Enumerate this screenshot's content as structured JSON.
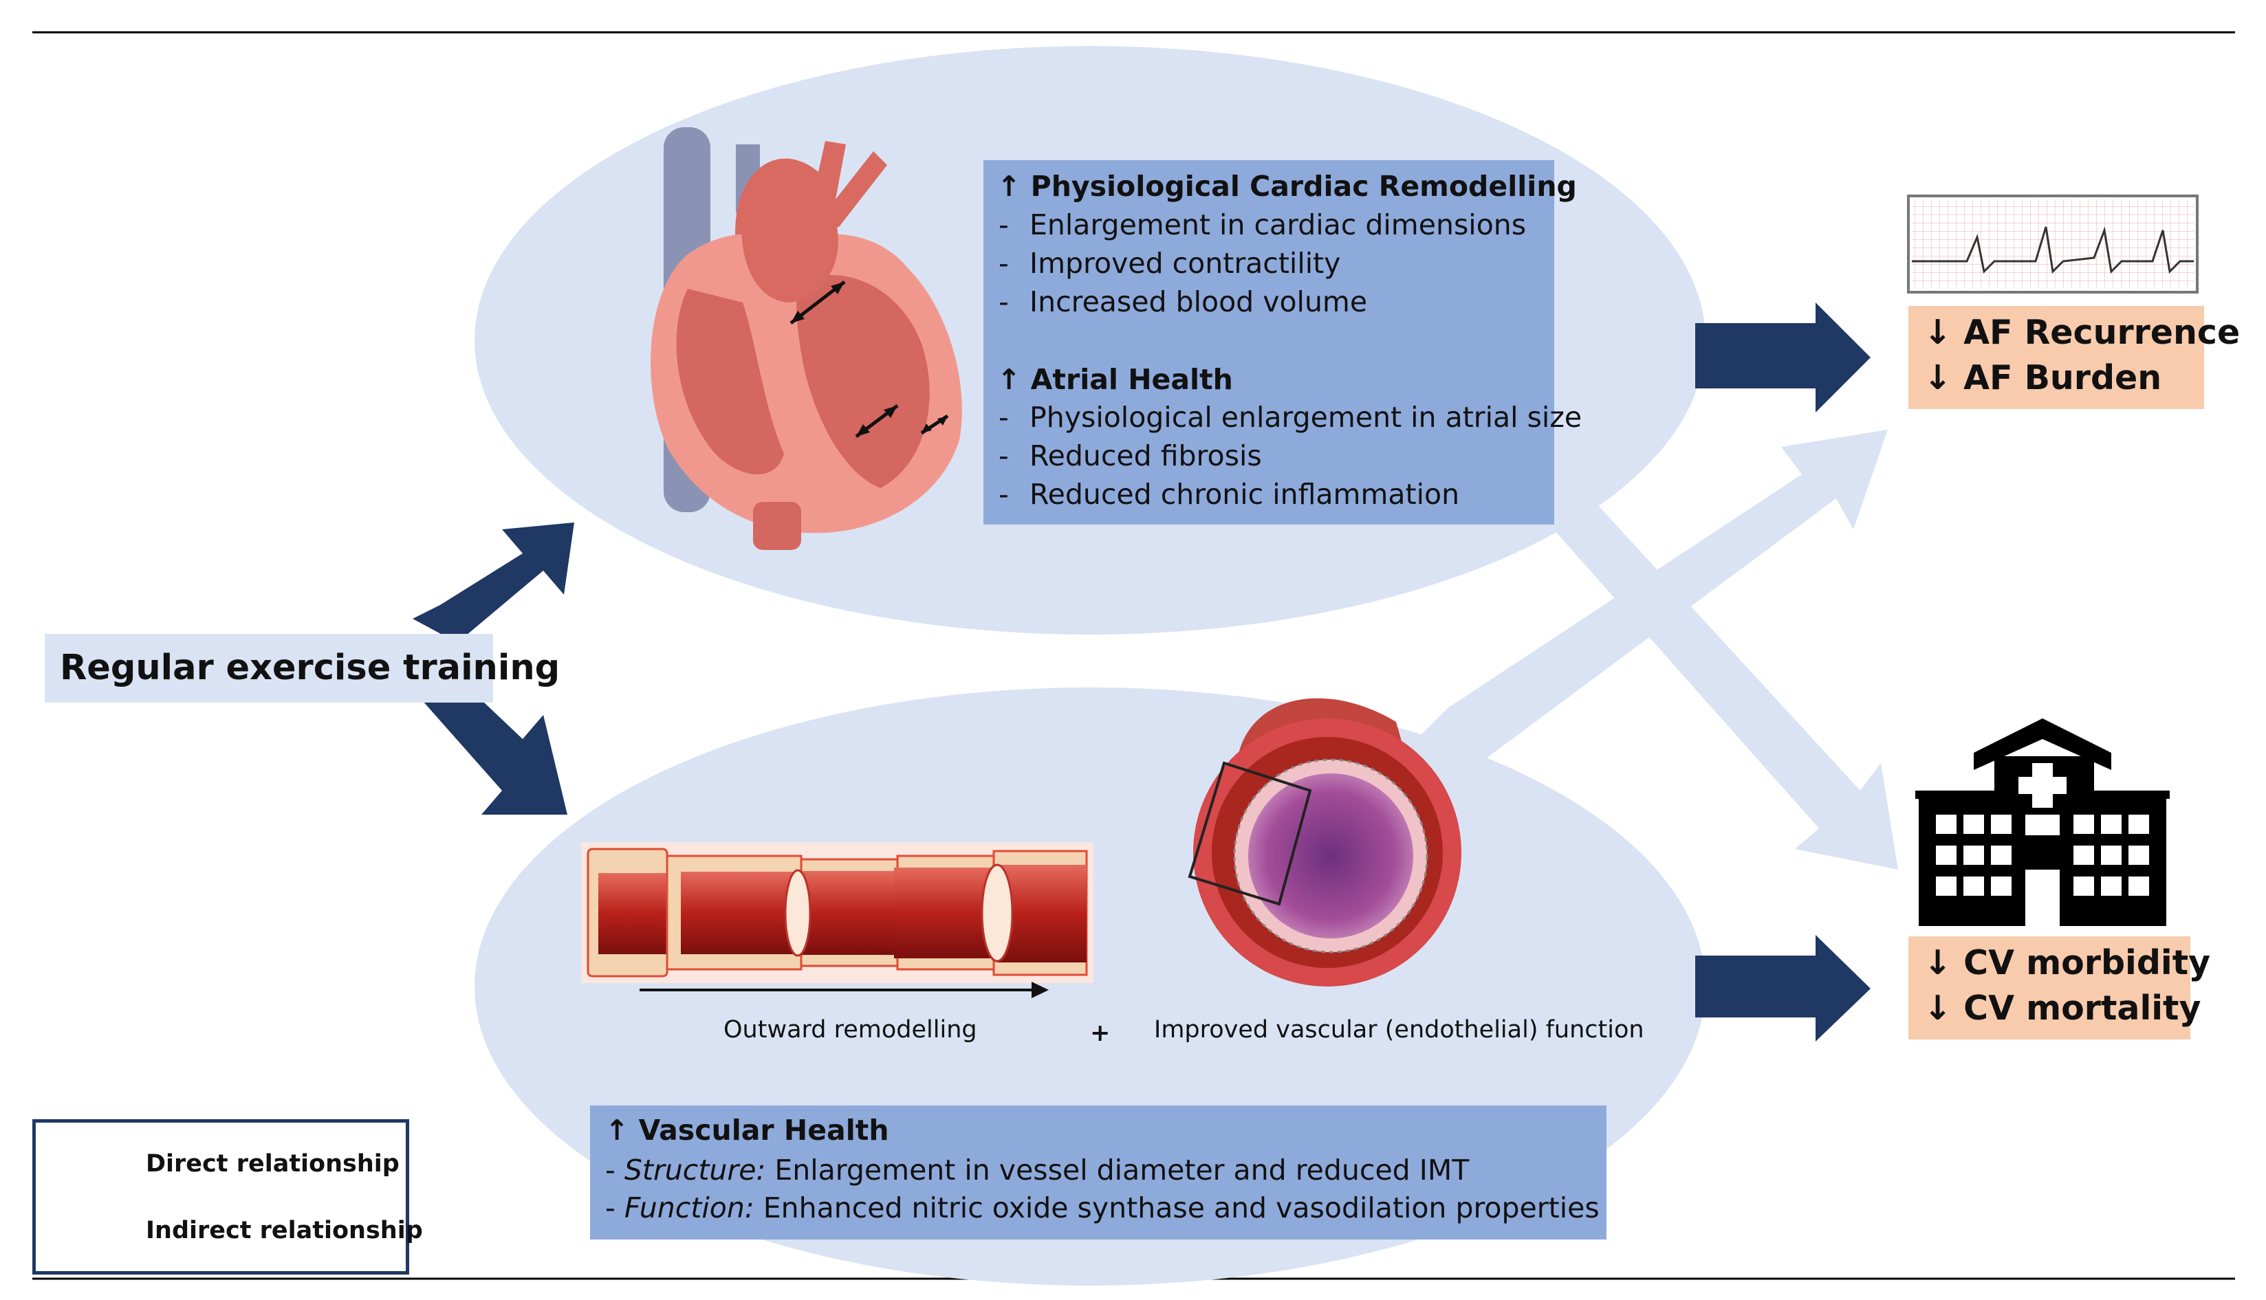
{
  "start": {
    "label": "Regular exercise training"
  },
  "cardiac_box": {
    "heading1": "Physiological Cardiac Remodelling",
    "items1": [
      "Enlargement in cardiac dimensions",
      "Improved contractility",
      "Increased blood volume"
    ],
    "heading2": "Atrial Health",
    "items2": [
      "Physiological enlargement in atrial size",
      "Reduced  fibrosis",
      "Reduced chronic inflammation"
    ]
  },
  "vascular": {
    "caption_left": "Outward remodelling",
    "plus": "+",
    "caption_right": "Improved vascular (endothelial) function",
    "heading": "Vascular Health",
    "structure_label": "Structure:",
    "structure_text": "Enlargement in vessel diameter and reduced IMT",
    "function_label": "Function:",
    "function_text": "Enhanced nitric oxide synthase and vasodilation properties"
  },
  "outcomes": {
    "af": [
      "AF Recurrence",
      "AF Burden"
    ],
    "cv": [
      "CV morbidity",
      "CV mortality"
    ]
  },
  "legend": {
    "direct": "Direct relationship",
    "indirect": "Indirect relationship"
  },
  "glyphs": {
    "up": "↑",
    "down": "↓",
    "dash": "-"
  },
  "colors": {
    "dark_navy": "#1f3864",
    "light_arrow": "#dae3f3",
    "ellipse": "#dae3f3",
    "blue_box": "#8eaadb",
    "peach_box": "#f8cbad"
  }
}
